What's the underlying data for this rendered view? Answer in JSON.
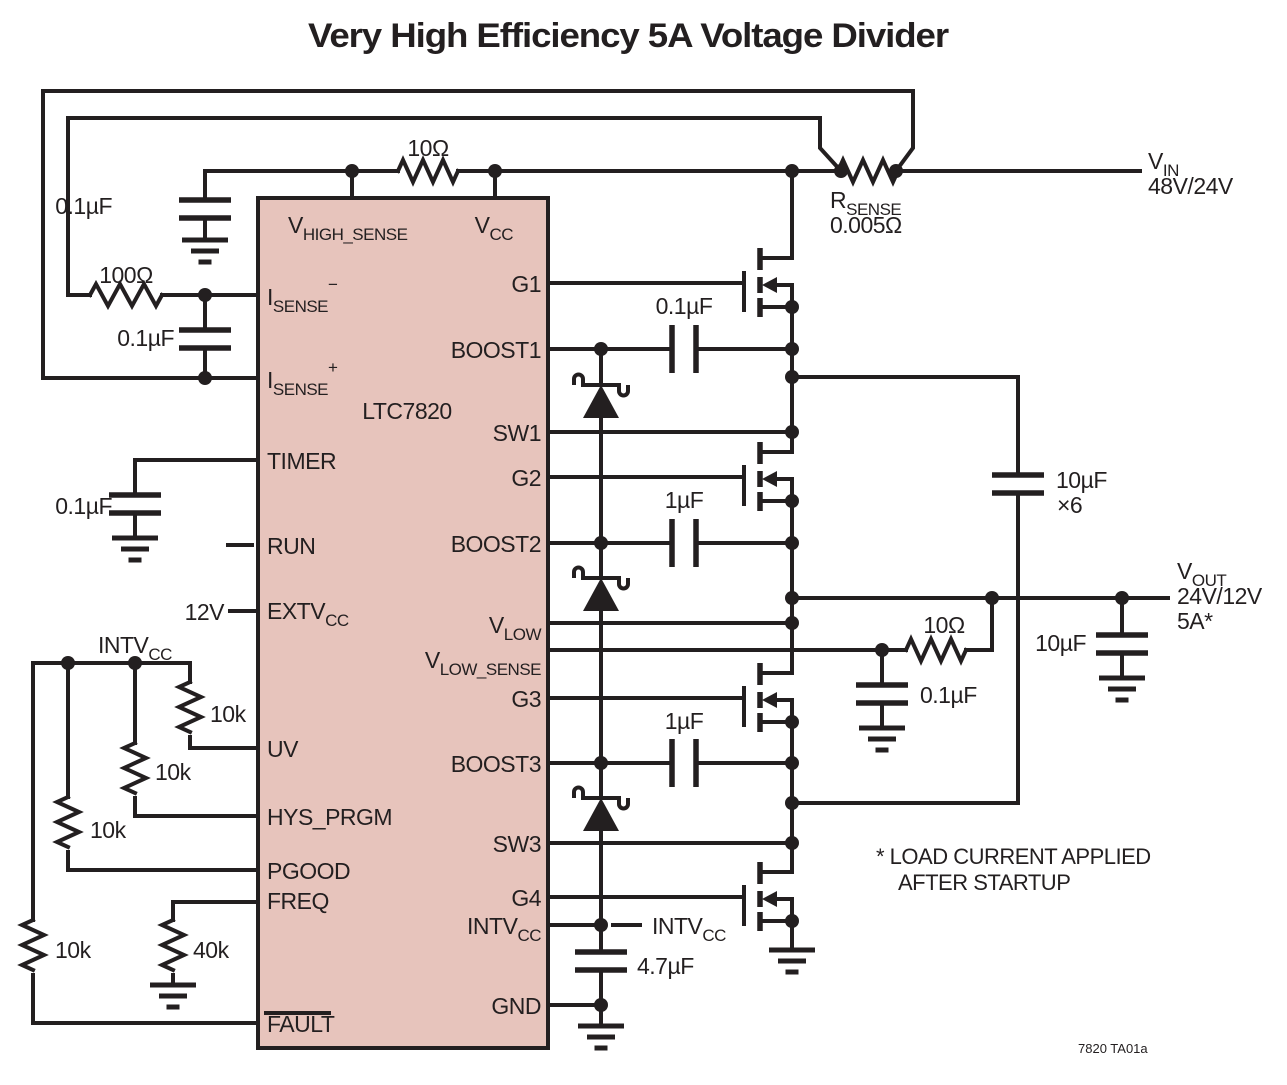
{
  "title": "Very High Efficiency 5A Voltage Divider",
  "footer": "7820 TA01a",
  "note": {
    "line1": "* LOAD CURRENT APPLIED",
    "line2": "AFTER STARTUP"
  },
  "ic": {
    "name": "LTC7820",
    "fill": "#e7c4bc",
    "pins": {
      "vhigh_sense": {
        "t": "V",
        "s": "HIGH_SENSE"
      },
      "vcc": {
        "t": "V",
        "s": "CC"
      },
      "isense_minus": {
        "t": "I",
        "s": "SENSE",
        "sup": "−"
      },
      "isense_plus": {
        "t": "I",
        "s": "SENSE",
        "sup": "+"
      },
      "timer": "TIMER",
      "run": "RUN",
      "extvcc": {
        "t": "EXTV",
        "s": "CC"
      },
      "uv": "UV",
      "hys_prgm": "HYS_PRGM",
      "pgood": "PGOOD",
      "freq": "FREQ",
      "fault": "FAULT",
      "g1": "G1",
      "boost1": "BOOST1",
      "sw1": "SW1",
      "g2": "G2",
      "boost2": "BOOST2",
      "vlow": {
        "t": "V",
        "s": "LOW"
      },
      "vlow_sense": {
        "t": "V",
        "s": "LOW_SENSE"
      },
      "g3": "G3",
      "boost3": "BOOST3",
      "sw3": "SW3",
      "g4": "G4",
      "intvcc": {
        "t": "INTV",
        "s": "CC"
      },
      "gnd": "GND"
    }
  },
  "components": {
    "c_vhigh": "0.1µF",
    "r_isense": "100Ω",
    "c_isense": "0.1µF",
    "r_vcc": "10Ω",
    "rsense": {
      "t": "R",
      "s": "SENSE"
    },
    "rsense_val": "0.005Ω",
    "c_timer": "0.1µF",
    "extvcc_src": "12V",
    "r_uv_top": "10k",
    "r_uv_mid": "10k",
    "r_uv_bot": "10k",
    "r_fault": "10k",
    "r_freq": "40k",
    "cb1": "0.1µF",
    "cb2": "1µF",
    "cb3": "1µF",
    "c_fly": "10µF",
    "c_fly_count": "×6",
    "r_vlow_sense": "10Ω",
    "c_vlow_sense": "0.1µF",
    "c_out": "10µF",
    "c_intvcc": "4.7µF"
  },
  "nets": {
    "vin": {
      "t": "V",
      "s": "IN"
    },
    "vin_val": "48V/24V",
    "vout": {
      "t": "V",
      "s": "OUT"
    },
    "vout_val": "24V/12V",
    "vout_load": "5A*",
    "intvcc_rail": {
      "t": "INTV",
      "s": "CC"
    },
    "intvcc_net": {
      "t": "INTV",
      "s": "CC"
    }
  }
}
